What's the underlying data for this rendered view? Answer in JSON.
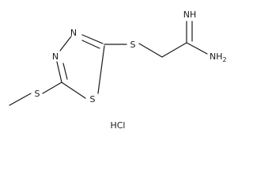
{
  "molecule": {
    "atoms": {
      "N_top": "N",
      "N_left": "N",
      "S_ring": "S",
      "S_thioether": "S",
      "S_methyl": "S",
      "NH_imine": "NH",
      "NH2_amine": "NH",
      "NH2_sub": "2"
    },
    "salt": "HCl"
  }
}
